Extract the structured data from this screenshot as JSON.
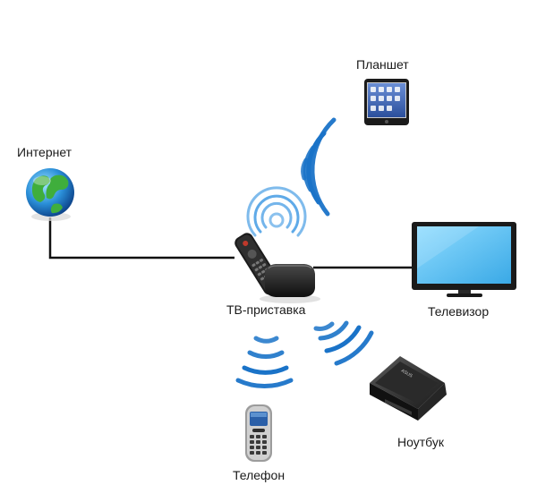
{
  "labels": {
    "internet": "Интернет",
    "tablet": "Планшет",
    "set_top_box": "ТВ-приставка",
    "tv": "Телевизор",
    "laptop": "Ноутбук",
    "phone": "Телефон"
  },
  "icons": {
    "internet": "globe-icon",
    "tablet": "tablet-icon",
    "set_top_box": "set-top-box-icon",
    "remote": "remote-control-icon",
    "tv": "tv-icon",
    "laptop": "laptop-icon",
    "phone": "phone-icon",
    "wireless": "wifi-waves-icon"
  },
  "colors": {
    "wave_blue": "#1a73c8",
    "cable": "#111111",
    "screen_blue": "#5cc4f2"
  }
}
